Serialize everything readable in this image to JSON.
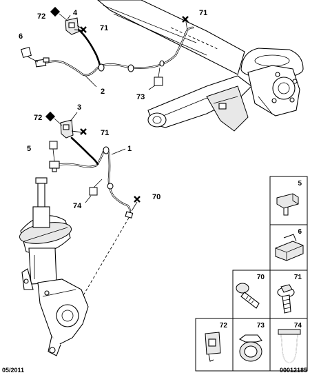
{
  "callouts": {
    "c1": "1",
    "c2": "2",
    "c3": "3",
    "c4": "4",
    "c5": "5",
    "c6": "6",
    "c70": "70",
    "c71a": "71",
    "c71b": "71",
    "c71c": "71",
    "c72a": "72",
    "c72b": "72",
    "c73": "73",
    "c74": "74"
  },
  "parts_table": {
    "p5": "5",
    "p6": "6",
    "p70": "70",
    "p71": "71",
    "p72": "72",
    "p73": "73",
    "p74": "74"
  },
  "footer": {
    "date": "05/2011",
    "reference": "00012185"
  }
}
